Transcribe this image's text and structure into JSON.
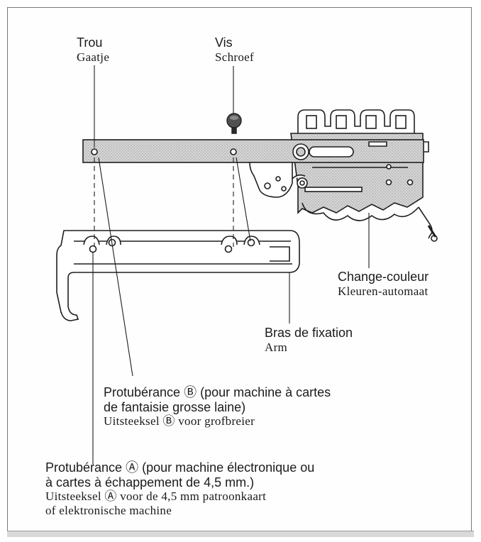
{
  "labels": {
    "hole": {
      "fr": "Trou",
      "nl": "Gaatje"
    },
    "screw": {
      "fr": "Vis",
      "nl": "Schroef"
    },
    "color_changer": {
      "fr": "Change-couleur",
      "nl": "Kleuren-automaat"
    },
    "arm": {
      "fr": "Bras de fixation",
      "nl": "Arm"
    },
    "protrusion_b": {
      "fr_line1": "Protubérance Ⓑ (pour machine à cartes",
      "fr_line2": "de fantaisie grosse laine)",
      "nl": "Uitsteeksel Ⓑ voor grofbreier"
    },
    "protrusion_a": {
      "fr_line1": "Protubérance Ⓐ (pour machine électronique ou",
      "fr_line2": "à cartes à échappement de 4,5 mm.)",
      "nl_line1": "Uitsteeksel Ⓐ voor de 4,5 mm patroonkaart",
      "nl_line2": "of elektronische machine"
    }
  },
  "colors": {
    "bar_fill": "#cfcfcf",
    "line": "#1e1e1e"
  }
}
